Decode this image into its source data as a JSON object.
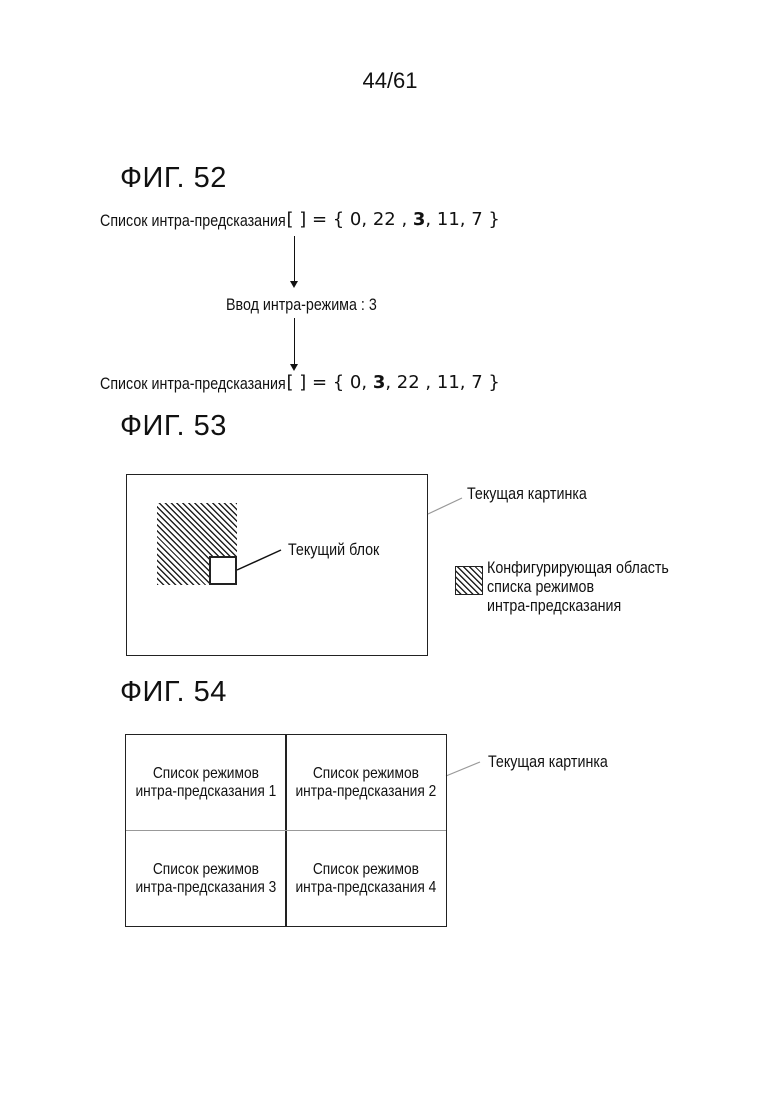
{
  "page_number": "44/61",
  "fig52": {
    "title": "ФИГ. 52",
    "list_label": "Список интра-предсказания",
    "list_before": {
      "open": "[ ] = { 0, 22 , ",
      "bold": "3",
      "close": ", 11, 7 }"
    },
    "input_label": "Ввод интра-режима : 3",
    "list_after": {
      "open": "[ ] = { 0, ",
      "bold": "3",
      "close": ", 22 , 11, 7 }"
    }
  },
  "fig53": {
    "title": "ФИГ. 53",
    "current_picture_label": "Текущая картинка",
    "current_block_label": "Текущий блок",
    "legend_lines": [
      "Конфигурирующая область",
      "списка режимов",
      "интра-предсказания"
    ]
  },
  "fig54": {
    "title": "ФИГ. 54",
    "current_picture_label": "Текущая картинка",
    "cells": [
      {
        "line1": "Список режимов",
        "line2": "интра-предсказания 1"
      },
      {
        "line1": "Список режимов",
        "line2": "интра-предсказания 2"
      },
      {
        "line1": "Список режимов",
        "line2": "интра-предсказания 3"
      },
      {
        "line1": "Список режимов",
        "line2": "интра-предсказания 4"
      }
    ]
  }
}
